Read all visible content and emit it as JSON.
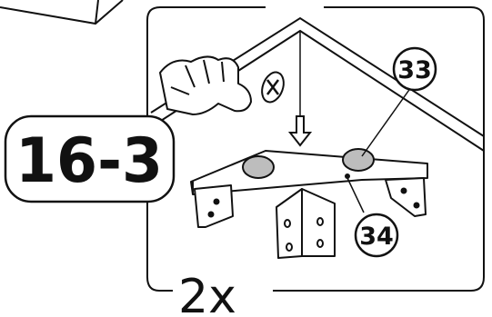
{
  "instruction": {
    "step_number": "16-3",
    "quantity": "2x",
    "part_callouts": [
      "33",
      "34"
    ]
  },
  "colors": {
    "line": "#111111",
    "part_fill": "#bdbdbd",
    "background": "#ffffff"
  },
  "icons": [
    "hand-icon",
    "screw-icon",
    "down-arrow-icon",
    "mounting-bracket-icon",
    "corner-bracket-icon",
    "pad-icon"
  ]
}
